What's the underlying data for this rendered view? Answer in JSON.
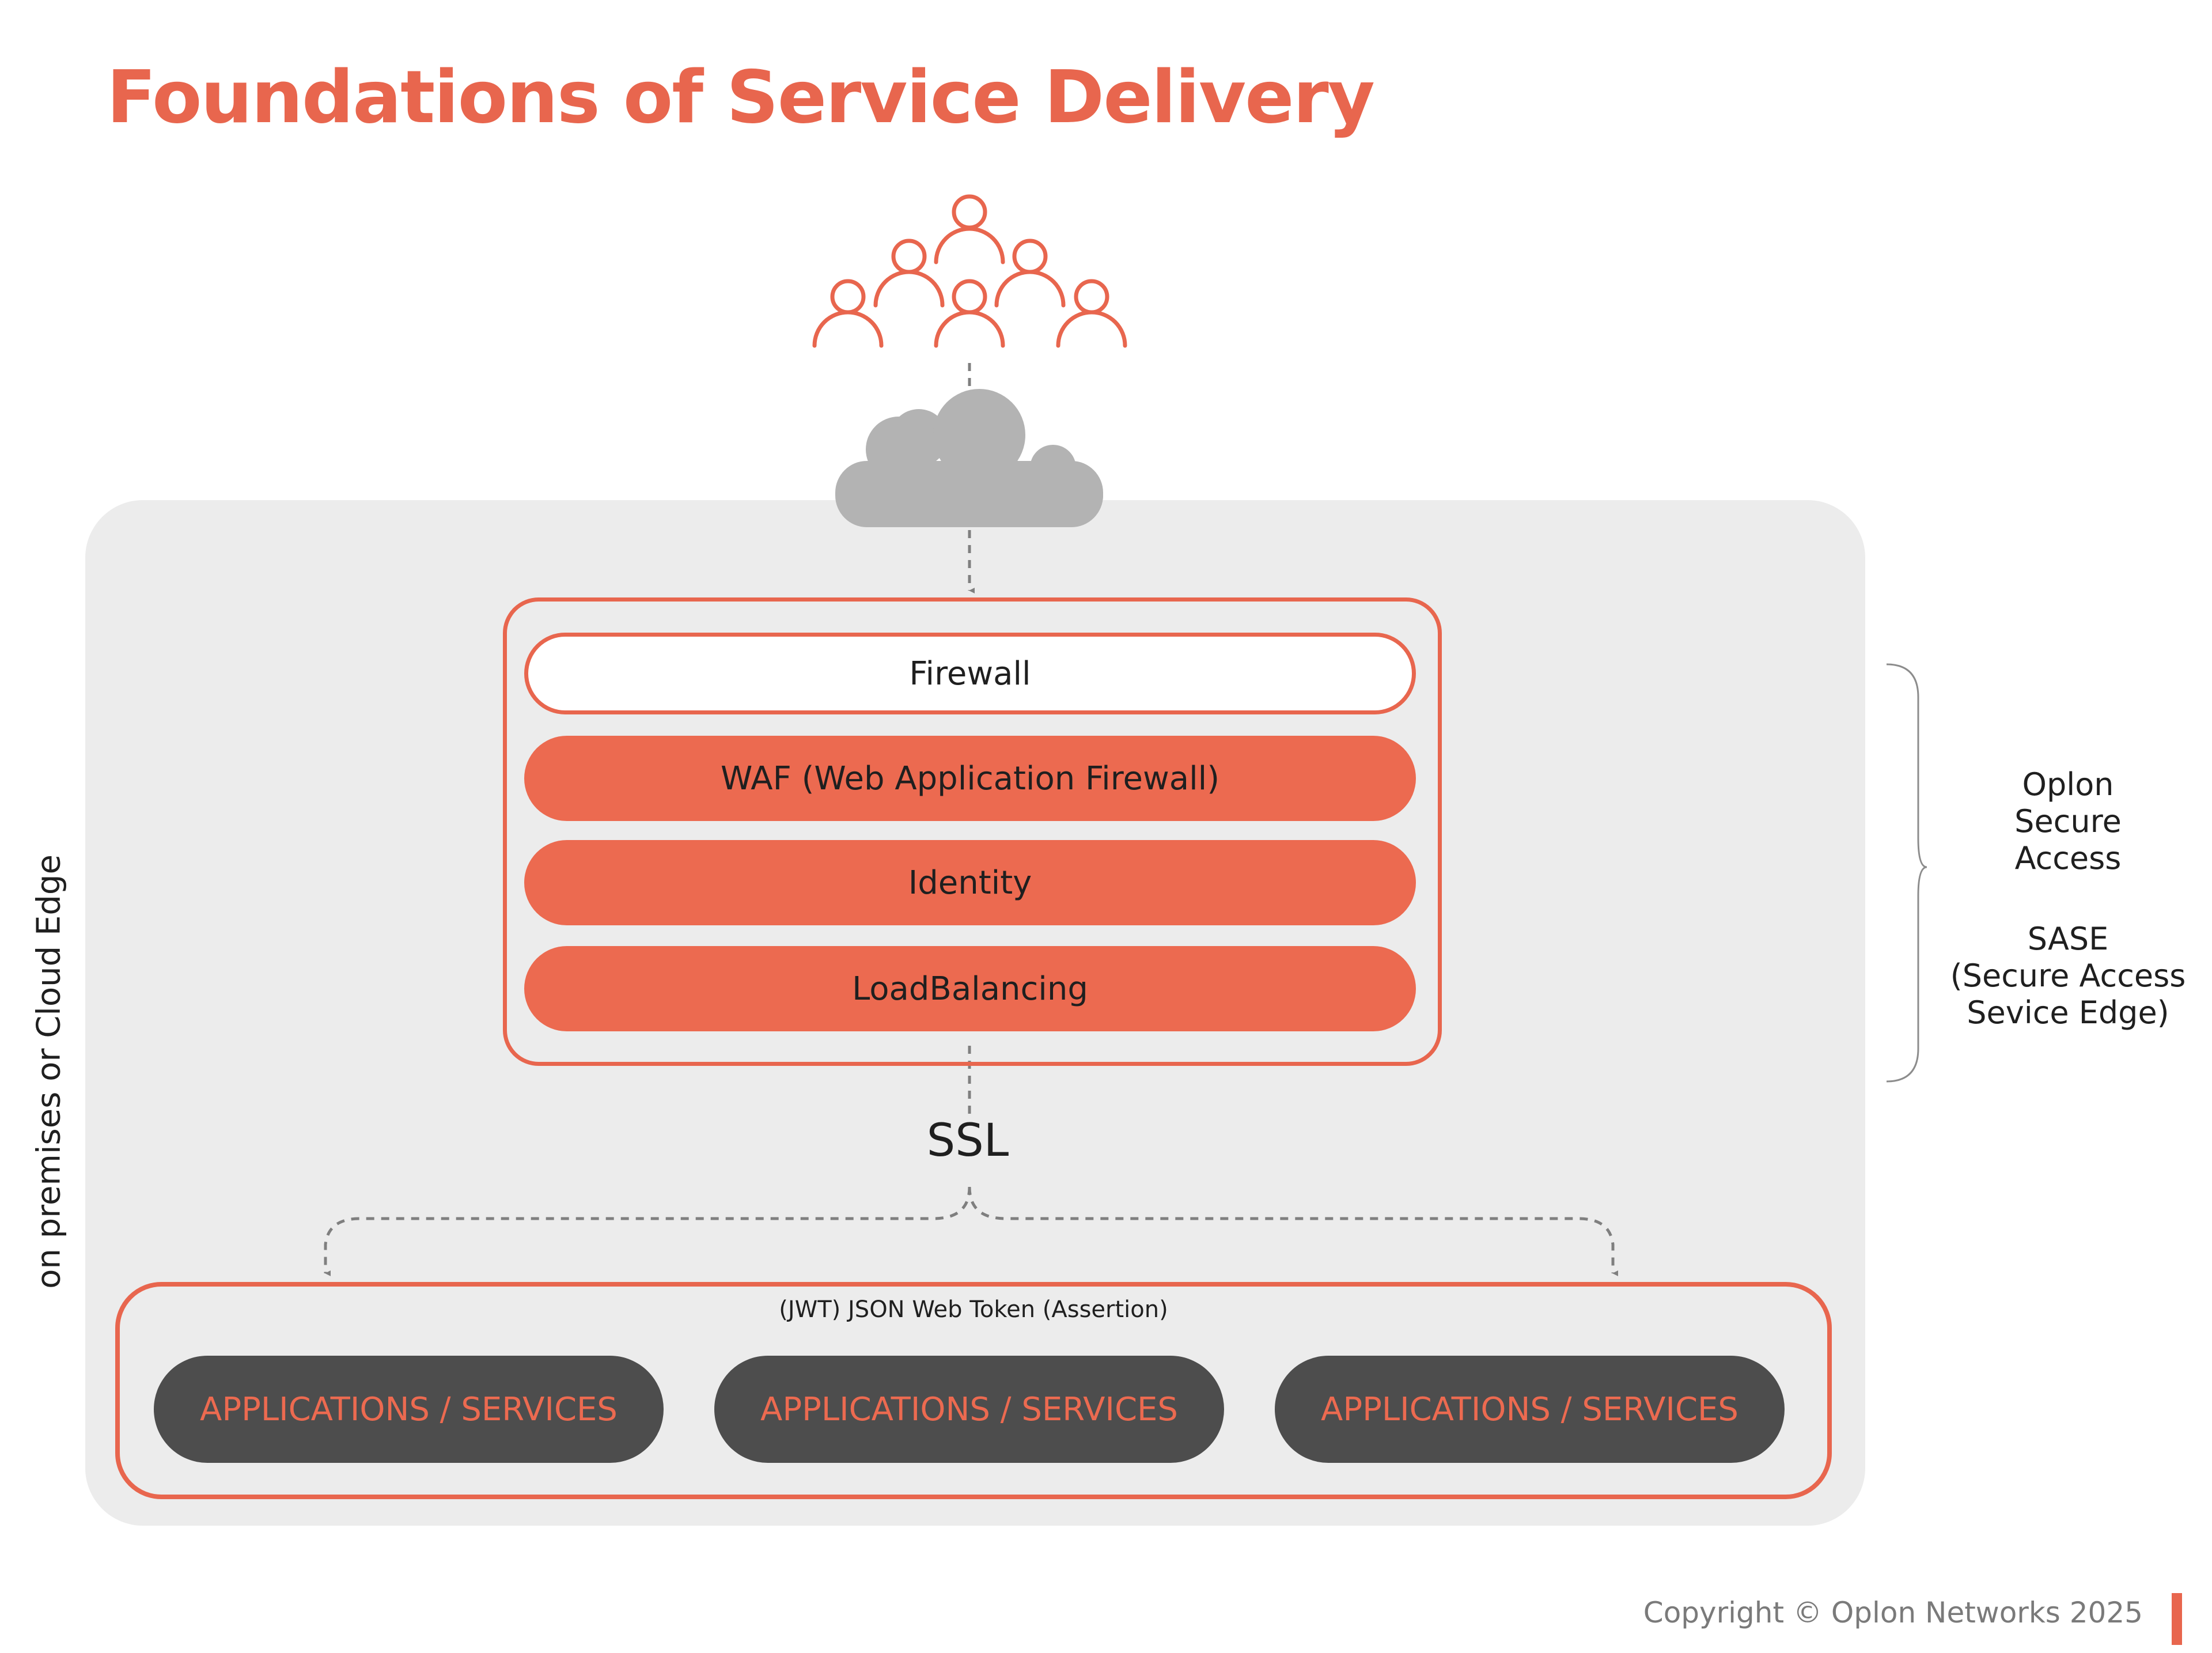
{
  "title": "Foundations of Service Delivery",
  "edge_label": "on premises or Cloud Edge",
  "security_stack": {
    "layers": [
      {
        "label": "Firewall",
        "style": "outline"
      },
      {
        "label": "WAF (Web Application Firewall)",
        "style": "filled"
      },
      {
        "label": "Identity",
        "style": "filled"
      },
      {
        "label": "LoadBalancing",
        "style": "filled"
      }
    ]
  },
  "ssl_label": "SSL",
  "token_label": "(JWT) JSON Web Token (Assertion)",
  "applications": [
    {
      "label": "APPLICATIONS / SERVICES"
    },
    {
      "label": "APPLICATIONS / SERVICES"
    },
    {
      "label": "APPLICATIONS / SERVICES"
    }
  ],
  "brace_group": {
    "primary": [
      "Oplon",
      "Secure",
      "Access"
    ],
    "secondary": [
      "SASE",
      "(Secure Access",
      "Sevice Edge)"
    ]
  },
  "footer": "Copyright © Oplon Networks 2025",
  "colors": {
    "accent": "#e8664e",
    "panel": "#ececec",
    "app_pill": "#4d4d4d",
    "cloud": "#b3b3b3",
    "connector": "#7f7f7f"
  },
  "icons": [
    "users-group-icon",
    "cloud-icon"
  ]
}
